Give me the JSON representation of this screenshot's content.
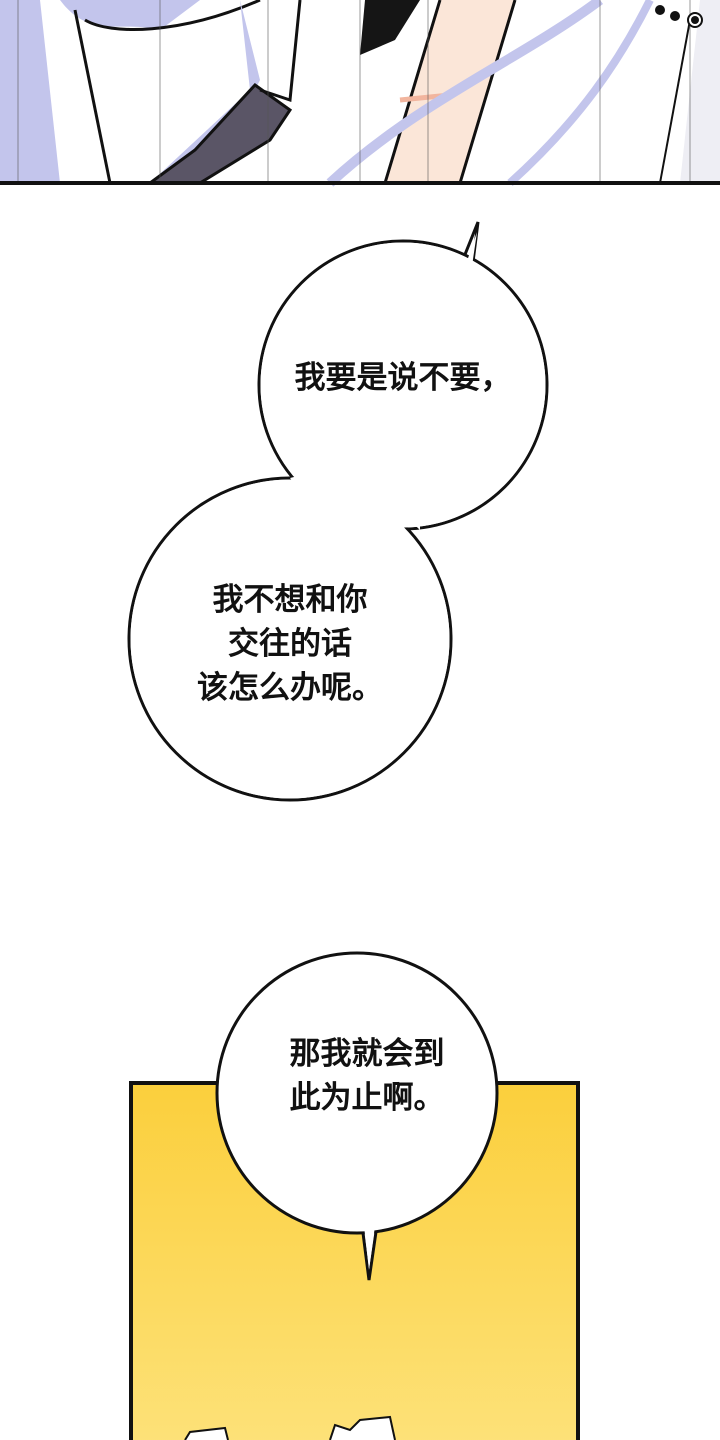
{
  "panels": {
    "top": {
      "sfx": "…"
    },
    "yellow": {
      "color_top": "#fbcf3c",
      "color_bottom": "#fde27a"
    }
  },
  "bubbles": [
    {
      "lines": [
        "我要是说不要，"
      ]
    },
    {
      "lines": [
        "我不想和你",
        "交往的话",
        "该怎么办呢。"
      ]
    },
    {
      "lines": [
        "那我就会到",
        "此为止啊。"
      ]
    }
  ],
  "colors": {
    "lavender": "#c3c5ec",
    "skin": "#fbe6d8",
    "ink": "#111111"
  }
}
